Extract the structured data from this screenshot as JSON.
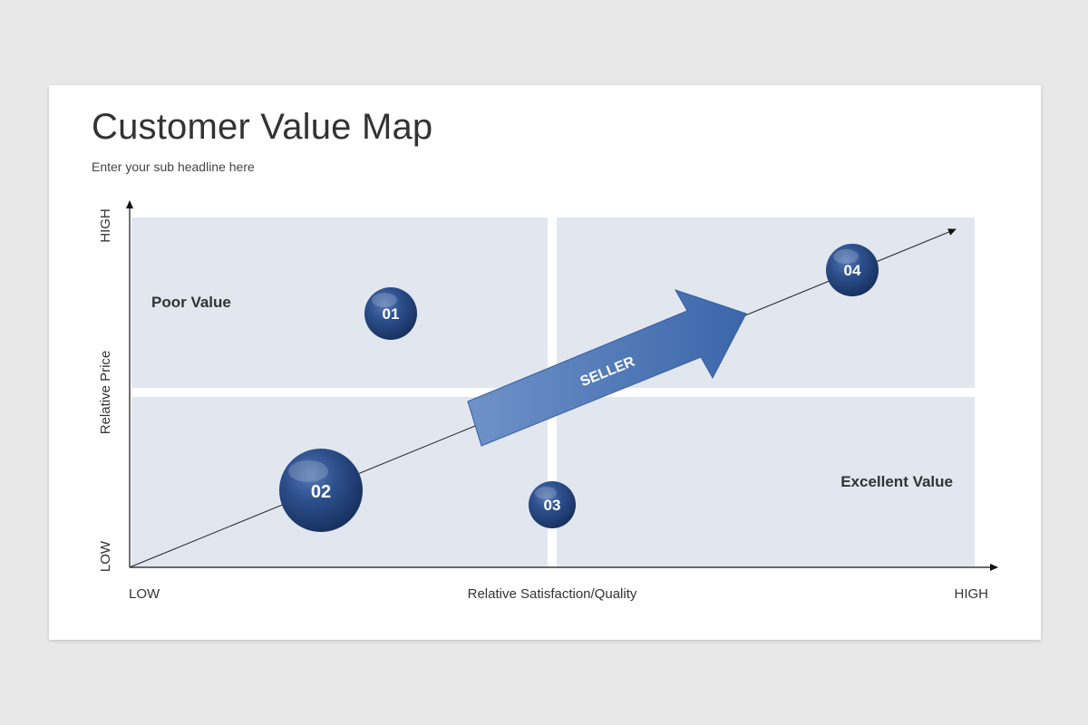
{
  "header": {
    "title": "Customer Value Map",
    "subtitle": "Enter your sub headline here"
  },
  "axes": {
    "y_high": "HIGH",
    "y_low": "LOW",
    "y_label": "Relative Price",
    "x_low": "LOW",
    "x_high": "HIGH",
    "x_label": "Relative Satisfaction/Quality"
  },
  "quadrants": {
    "top_left_label": "Poor Value",
    "bottom_right_label": "Excellent Value"
  },
  "arrow": {
    "label": "SELLER"
  },
  "markers": [
    {
      "label": "01"
    },
    {
      "label": "02"
    },
    {
      "label": "03"
    },
    {
      "label": "04"
    }
  ],
  "colors": {
    "quadrant_fill": "#e1e6ef",
    "marker_dark": "#1e3a6e",
    "marker_light": "#3f64a3",
    "arrow_start": "#6c8fc6",
    "arrow_end": "#3d68ab",
    "text_dark": "#333333"
  }
}
